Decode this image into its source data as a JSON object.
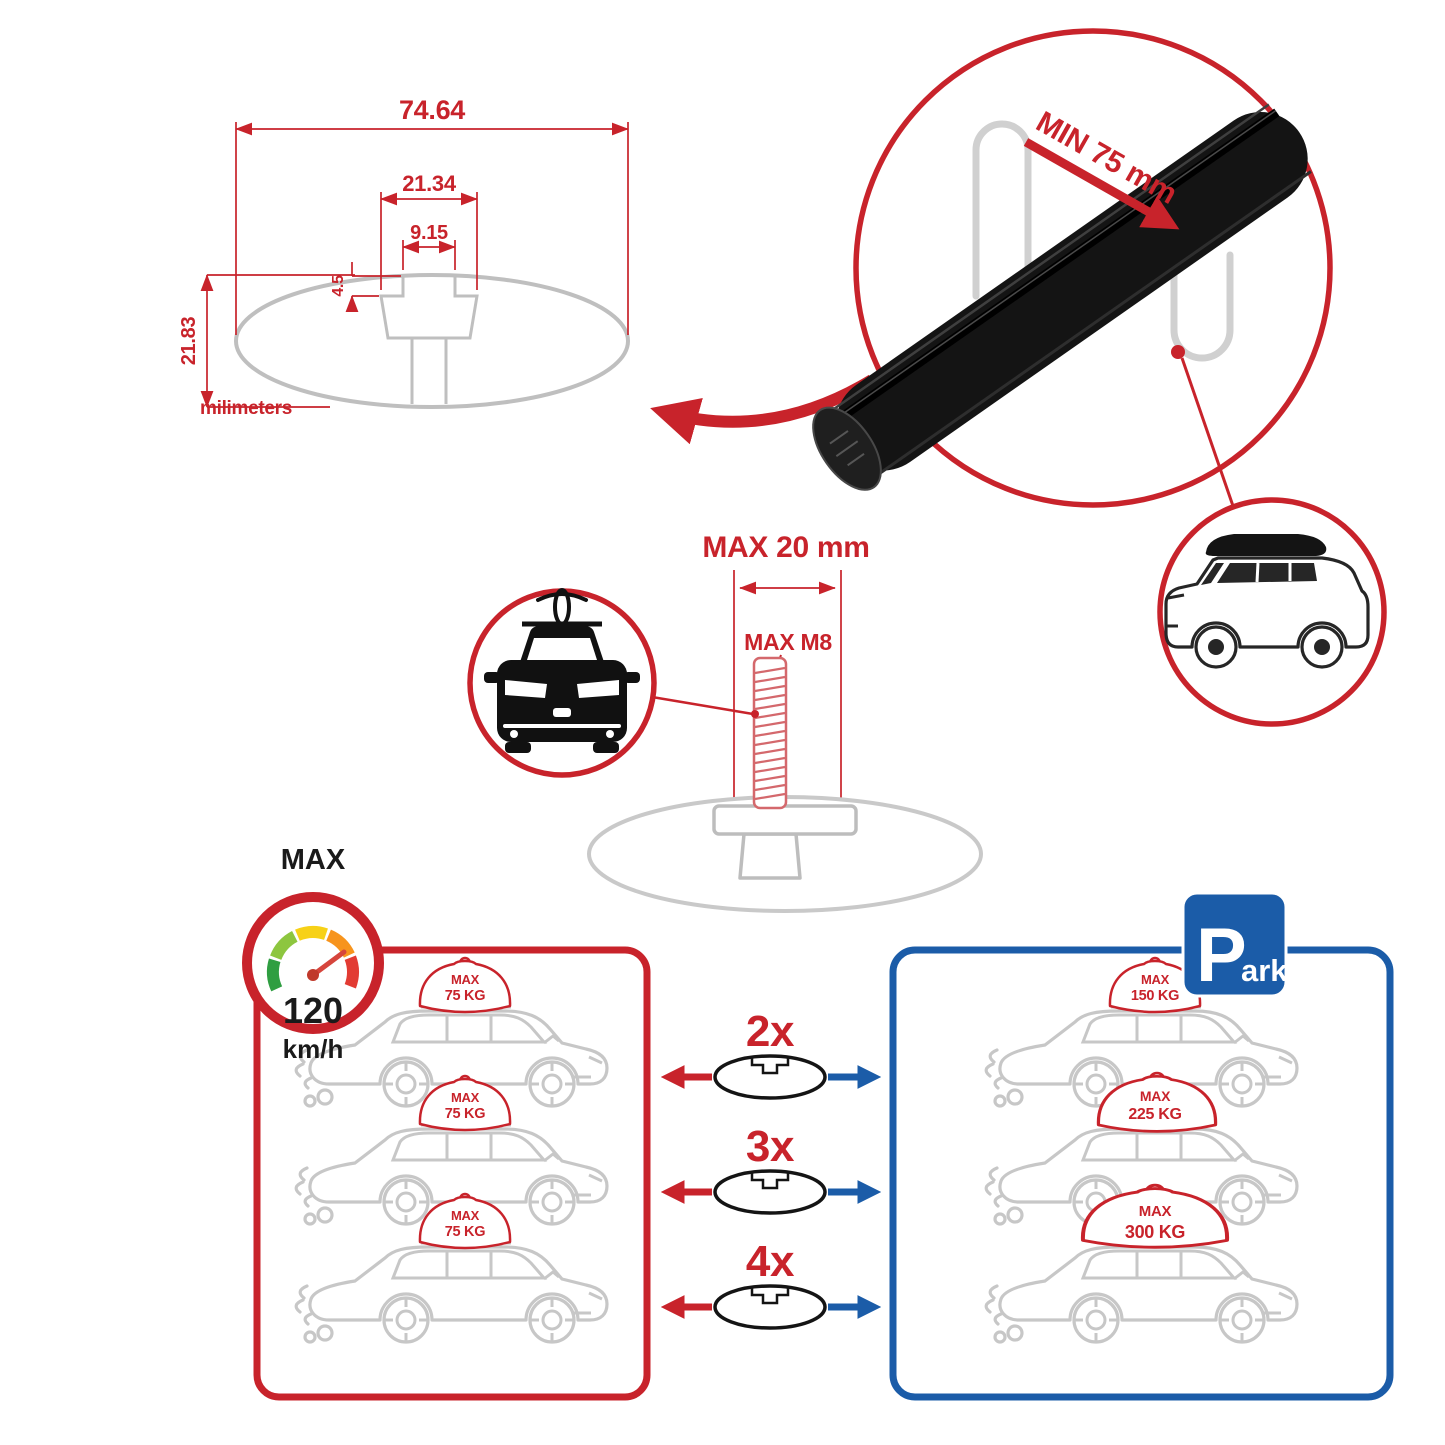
{
  "colors": {
    "accent_red": "#c8232b",
    "accent_blue": "#1b5ca8",
    "car_outline_gray": "#c7c7c7",
    "bar_black": "#141414"
  },
  "cross_section_diagram": {
    "total_width": "74.64",
    "channel_width": "21.34",
    "slot_width": "9.15",
    "slot_depth": "4.5",
    "total_height": "21.83",
    "unit_label": "milimeters"
  },
  "bar_detail": {
    "min_clamp_span": "MIN 75 mm"
  },
  "bolt_diagram": {
    "max_length": "MAX 20 mm",
    "max_thread": "MAX M8"
  },
  "speed_limit": {
    "title": "MAX",
    "value": "120",
    "unit": "km/h"
  },
  "park_sign": {
    "initial": "P",
    "rest": "ark"
  },
  "fitment": {
    "rows": [
      {
        "multiplier": "2x",
        "left_max": "MAX",
        "left_load": "75 KG",
        "right_max": "MAX",
        "right_load": "150 KG"
      },
      {
        "multiplier": "3x",
        "left_max": "MAX",
        "left_load": "75 KG",
        "right_max": "MAX",
        "right_load": "225 KG"
      },
      {
        "multiplier": "4x",
        "left_max": "MAX",
        "left_load": "75 KG",
        "right_max": "MAX",
        "right_load": "300 KG"
      }
    ]
  }
}
